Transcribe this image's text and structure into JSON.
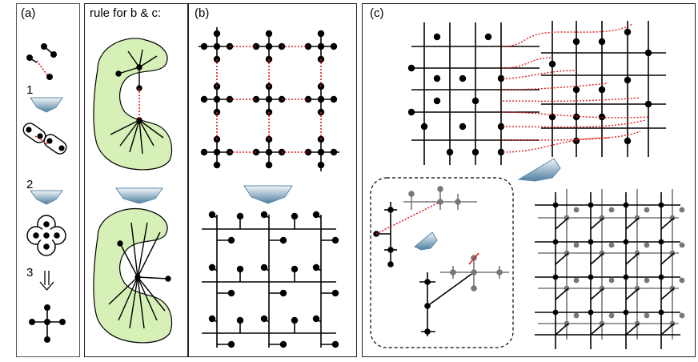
{
  "panels": {
    "a": {
      "label": "(a)",
      "steps": [
        "1",
        "2",
        "3"
      ]
    },
    "rule": {
      "label": "rule for b & c:"
    },
    "b": {
      "label": "(b)"
    },
    "c": {
      "label": "(c)"
    }
  },
  "colors": {
    "line": "#000000",
    "red_dotted": "#e02020",
    "green_region": "#d6f0b8",
    "arrow_fill": "#5b89a8",
    "gray": "#777777"
  }
}
